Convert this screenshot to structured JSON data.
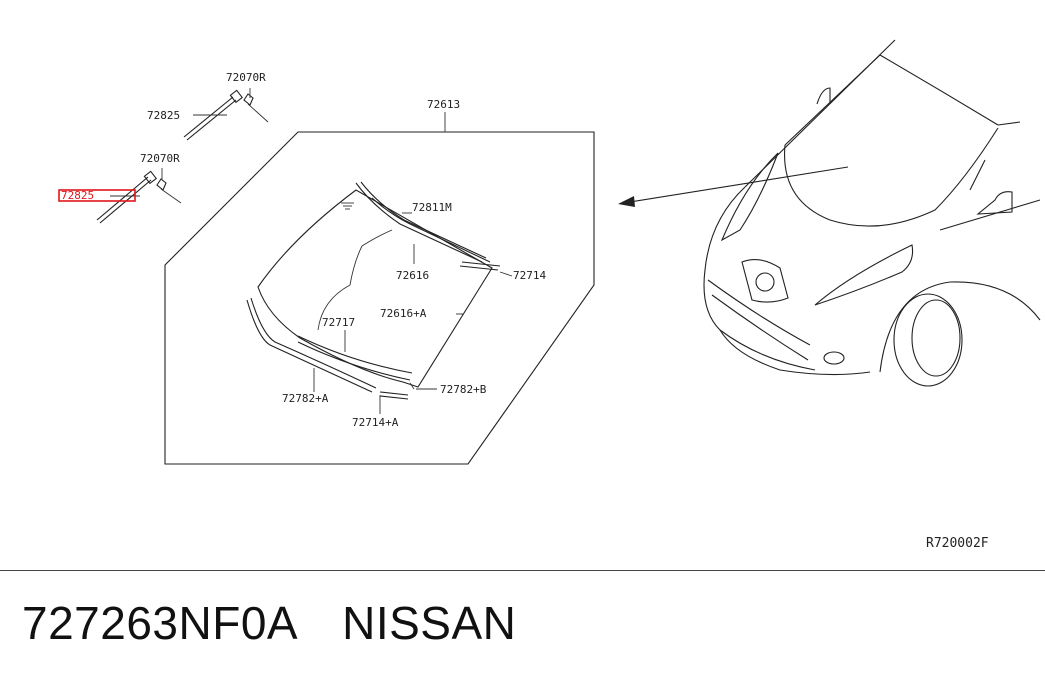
{
  "labels": {
    "clip_r_top": "72070R",
    "bar_top": "72825",
    "clip_r_mid": "72070R",
    "bar_highlight": "72825",
    "glass_assy": "72613",
    "molding_top": "72811M",
    "spacer_top": "72616",
    "seal_top_right": "72714",
    "spacer_side": "72616+A",
    "dam_rubber": "72717",
    "seal_bottom_left": "72782+A",
    "seal_bottom_right": "72782+B",
    "seal_bottom": "72714+A"
  },
  "diagram_code": "R720002F",
  "footer": {
    "part_number": "727263NF0A",
    "brand": "NISSAN"
  },
  "colors": {
    "highlight": "#e0161b",
    "line": "#222222"
  }
}
